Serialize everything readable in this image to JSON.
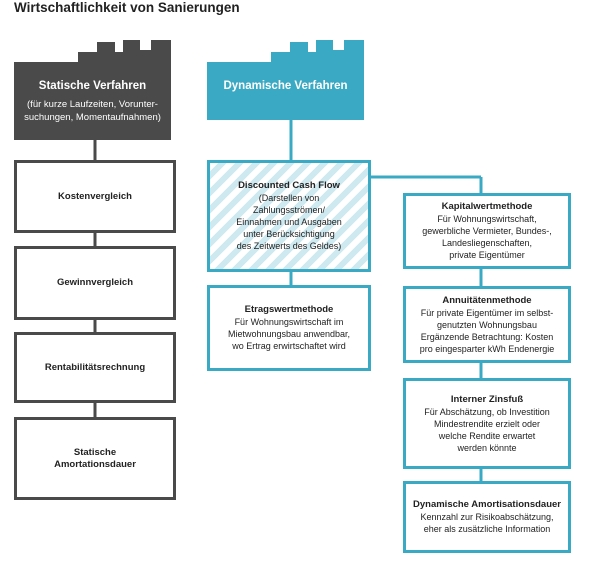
{
  "title": "Wirtschaftlichkeit von Sanierungen",
  "colors": {
    "gray": "#4a4a4a",
    "teal": "#3aa9c4",
    "hatch": "#cfe9f0"
  },
  "static": {
    "header_title": "Statische Verfahren",
    "header_sub_1": "(für kurze Laufzeiten, Vorunter-",
    "header_sub_2": "suchungen, Momentaufnahmen)",
    "boxes": [
      {
        "title_1": "Kostenvergleich",
        "title_2": ""
      },
      {
        "title_1": "Gewinnvergleich",
        "title_2": ""
      },
      {
        "title_1": "Rentabilitätsrechnung",
        "title_2": ""
      },
      {
        "title_1": "Statische",
        "title_2": "Amortationsdauer"
      }
    ]
  },
  "dynamic": {
    "header_title": "Dynamische Verfahren",
    "dcf": {
      "title": "Discounted Cash Flow",
      "lines": [
        "(Darstellen von",
        "Zahlungsströmen/",
        "Einnahmen und Ausgaben",
        "unter Berücksichtigung",
        "des Zeitwerts des Geldes)"
      ]
    },
    "ertrag": {
      "title": "Etragswertmethode",
      "lines": [
        "Für Wohnungswirtschaft im",
        "Mietwohnungsbau anwendbar,",
        "wo Ertrag erwirtschaftet wird"
      ]
    }
  },
  "methods": [
    {
      "title": "Kapitalwertmethode",
      "lines": [
        "Für Wohnungswirtschaft,",
        "gewerbliche Vermieter, Bundes-,",
        "Landesliegenschaften,",
        "private Eigentümer"
      ]
    },
    {
      "title": "Annuitätenmethode",
      "lines": [
        "Für private Eigentümer im selbst-",
        "genutzten Wohnungsbau",
        "Ergänzende Betrachtung: Kosten",
        "pro eingesparter kWh Endenergie"
      ]
    },
    {
      "title": "Interner Zinsfuß",
      "lines": [
        "Für Abschätzung, ob Investition",
        "Mindestrendite erzielt oder",
        "welche Rendite erwartet",
        "werden könnte"
      ]
    },
    {
      "title": "Dynamische Amortisationsdauer",
      "lines": [
        "Kennzahl zur Risikoabschätzung,",
        "eher als zusätzliche Information"
      ]
    }
  ]
}
